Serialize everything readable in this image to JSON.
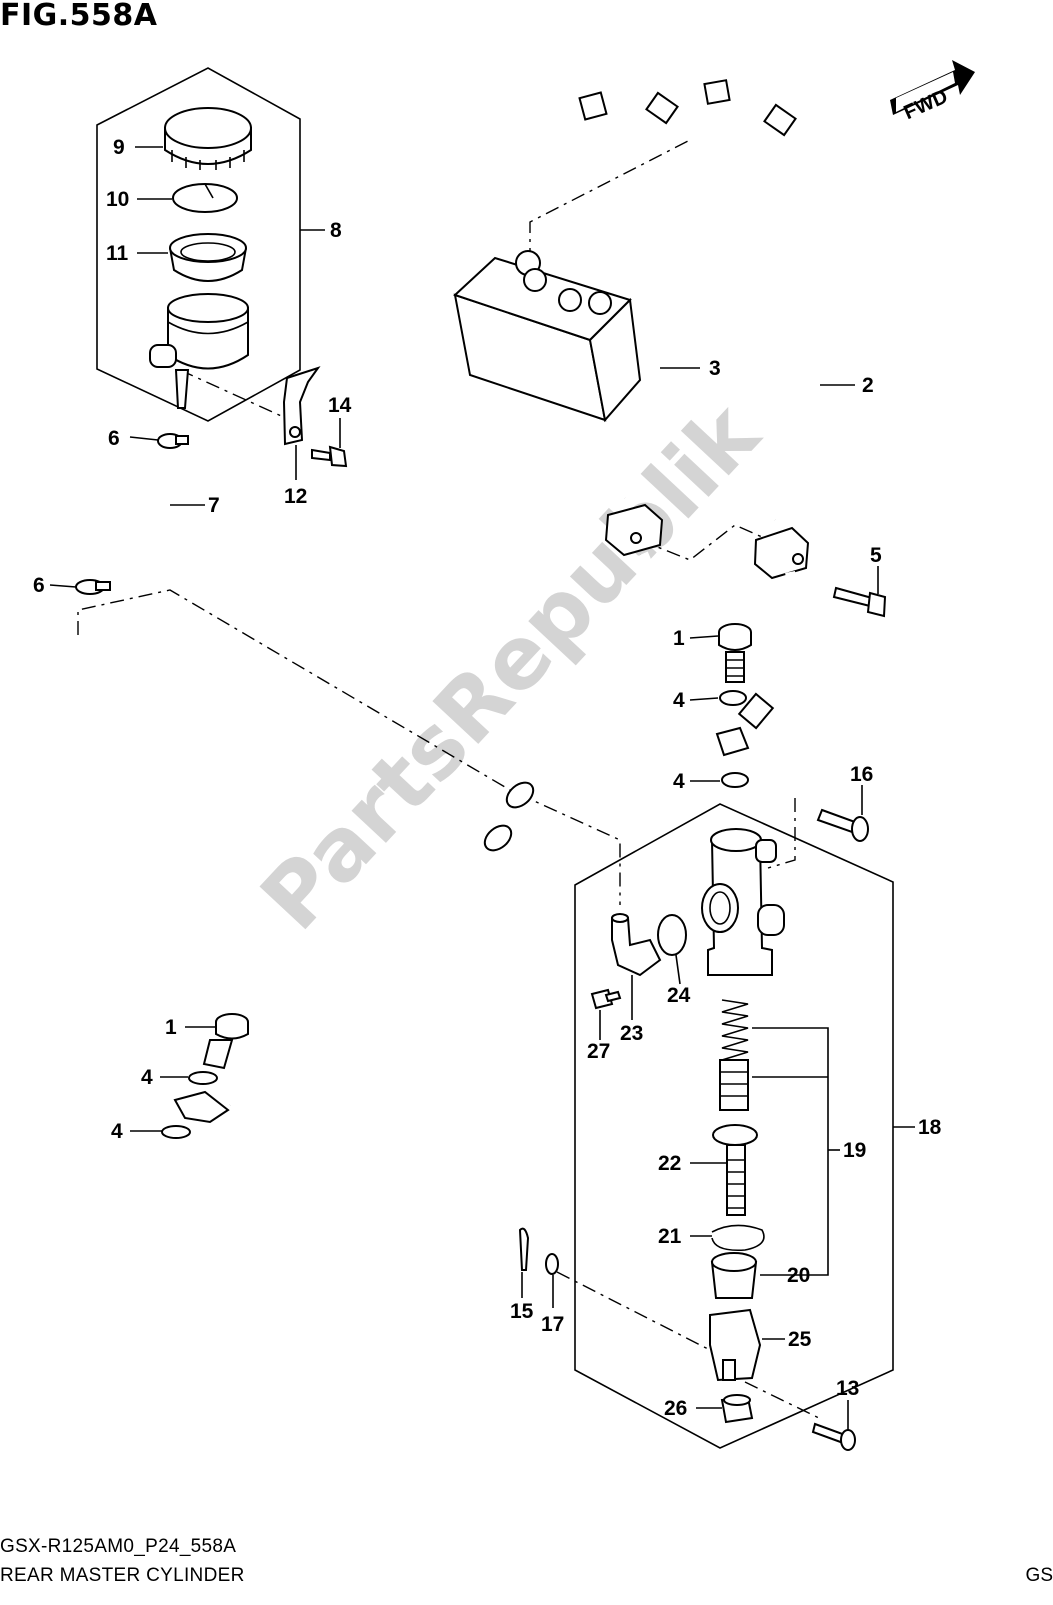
{
  "figure": {
    "title": "FIG.558A",
    "code": "GSX-R125AM0_P24_558A",
    "name": "REAR MASTER CYLINDER",
    "corner_text": "GS"
  },
  "watermark": "PartsRepublik",
  "direction_tag": "FWD",
  "callouts": {
    "c1a": "1",
    "c1b": "1",
    "c2": "2",
    "c3": "3",
    "c4a": "4",
    "c4b": "4",
    "c4c": "4",
    "c4d": "4",
    "c5": "5",
    "c6a": "6",
    "c6b": "6",
    "c7": "7",
    "c8": "8",
    "c9": "9",
    "c10": "10",
    "c11": "11",
    "c12": "12",
    "c13": "13",
    "c14": "14",
    "c15": "15",
    "c16": "16",
    "c17": "17",
    "c18": "18",
    "c19": "19",
    "c20": "20",
    "c21": "21",
    "c22": "22",
    "c23": "23",
    "c24": "24",
    "c25": "25",
    "c26": "26",
    "c27": "27"
  }
}
